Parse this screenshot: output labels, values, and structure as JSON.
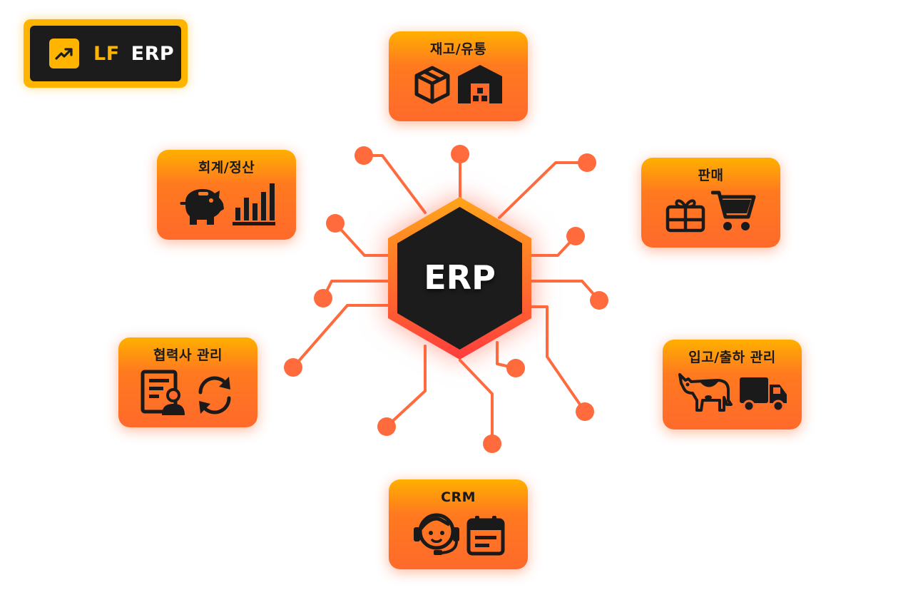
{
  "logo": {
    "lf": "LF",
    "erp": "ERP",
    "icon": "trending-up-icon"
  },
  "hub": {
    "label": "ERP"
  },
  "modules": {
    "inventory": {
      "title": "재고/유통",
      "icons": [
        "box-icon",
        "warehouse-icon"
      ]
    },
    "accounting": {
      "title": "회계/정산",
      "icons": [
        "piggy-bank-icon",
        "bar-chart-icon"
      ]
    },
    "sales": {
      "title": "판매",
      "icons": [
        "gift-card-icon",
        "shopping-cart-icon"
      ]
    },
    "partners": {
      "title": "협력사 관리",
      "icons": [
        "contract-icon",
        "refresh-icon"
      ]
    },
    "logistics": {
      "title": "입고/출하 관리",
      "icons": [
        "cow-icon",
        "delivery-truck-icon"
      ]
    },
    "crm": {
      "title": "CRM",
      "icons": [
        "headset-agent-icon",
        "calendar-icon"
      ]
    }
  },
  "colors": {
    "accent": "#ff6a2b",
    "gold": "#ffb400",
    "dark": "#1c1c1c",
    "line": "#ff6b3d"
  }
}
